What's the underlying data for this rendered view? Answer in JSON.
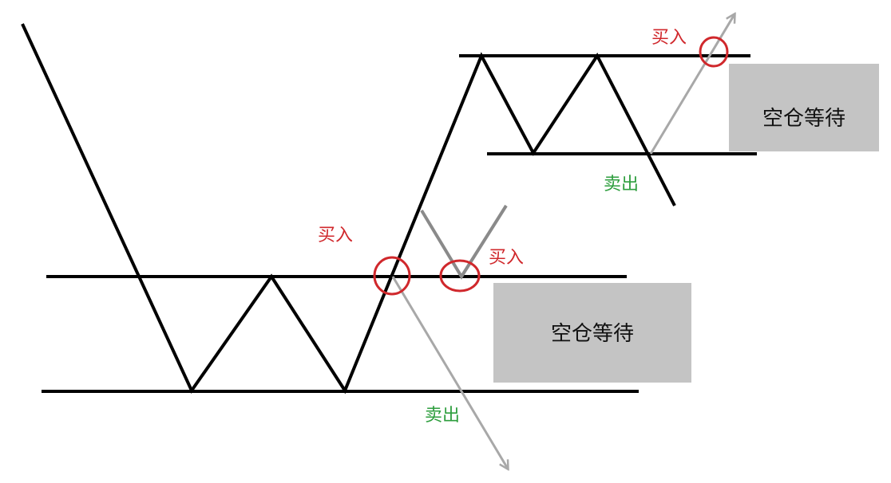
{
  "colors": {
    "line": "#000000",
    "arrow": "#a8a8a8",
    "buy": "#d0282c",
    "sell": "#2e9e3e",
    "box": "#c4c4c4"
  },
  "labels": {
    "buy_1": "买入",
    "buy_2": "买入",
    "buy_3": "买入",
    "sell_1": "卖出",
    "sell_2": "卖出",
    "wait_1": "空仓等待",
    "wait_2": "空仓等待"
  }
}
